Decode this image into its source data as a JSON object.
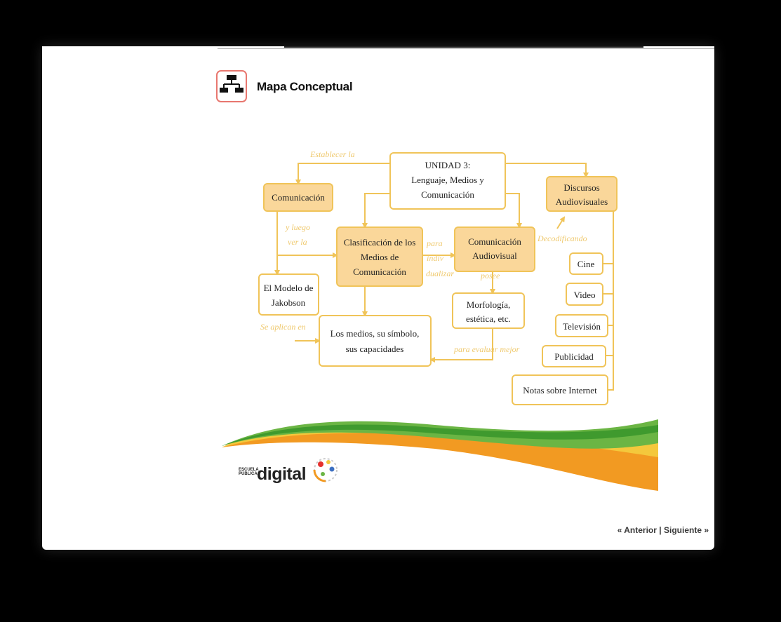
{
  "header": {
    "title": "Mapa Conceptual",
    "icon": "org-chart-icon"
  },
  "diagram": {
    "nodes": {
      "unidad": [
        "UNIDAD 3:",
        "Lenguaje, Medios y",
        "Comunicación"
      ],
      "comunicacion": [
        "Comunicación"
      ],
      "discursos": [
        "Discursos",
        "Audiovisuales"
      ],
      "clasificacion": [
        "Clasificación de los",
        "Medios de",
        "Comunicación"
      ],
      "com_audiovisual": [
        "Comunicación",
        "Audiovisual"
      ],
      "modelo": [
        "El Modelo de",
        "Jakobson"
      ],
      "morfologia": [
        "Morfología,",
        "estética, etc."
      ],
      "medios": [
        "Los medios, su símbolo,",
        "sus capacidades"
      ],
      "cine": [
        "Cine"
      ],
      "video": [
        "Video"
      ],
      "television": [
        "Televisión"
      ],
      "publicidad": [
        "Publicidad"
      ],
      "notas": [
        "Notas sobre Internet"
      ]
    },
    "labels": {
      "establecer": "Establecer la",
      "y_luego": "y luego",
      "ver_la": "ver la",
      "para": "para",
      "indiv": "indiv",
      "dualizar": "dualizar",
      "decodificando": "Decodificando",
      "posee": "posee",
      "se_aplican": "Se aplican en",
      "para_evaluar": "para evaluar mejor"
    },
    "colors": {
      "accent": "#f0c459",
      "fill": "#fad79a",
      "label": "#efc96e"
    }
  },
  "logo": {
    "small": "ESCUELA PÚBLICA",
    "main": "digital"
  },
  "nav": {
    "prev": "« Anterior",
    "sep": "|",
    "next": "Siguiente »"
  }
}
